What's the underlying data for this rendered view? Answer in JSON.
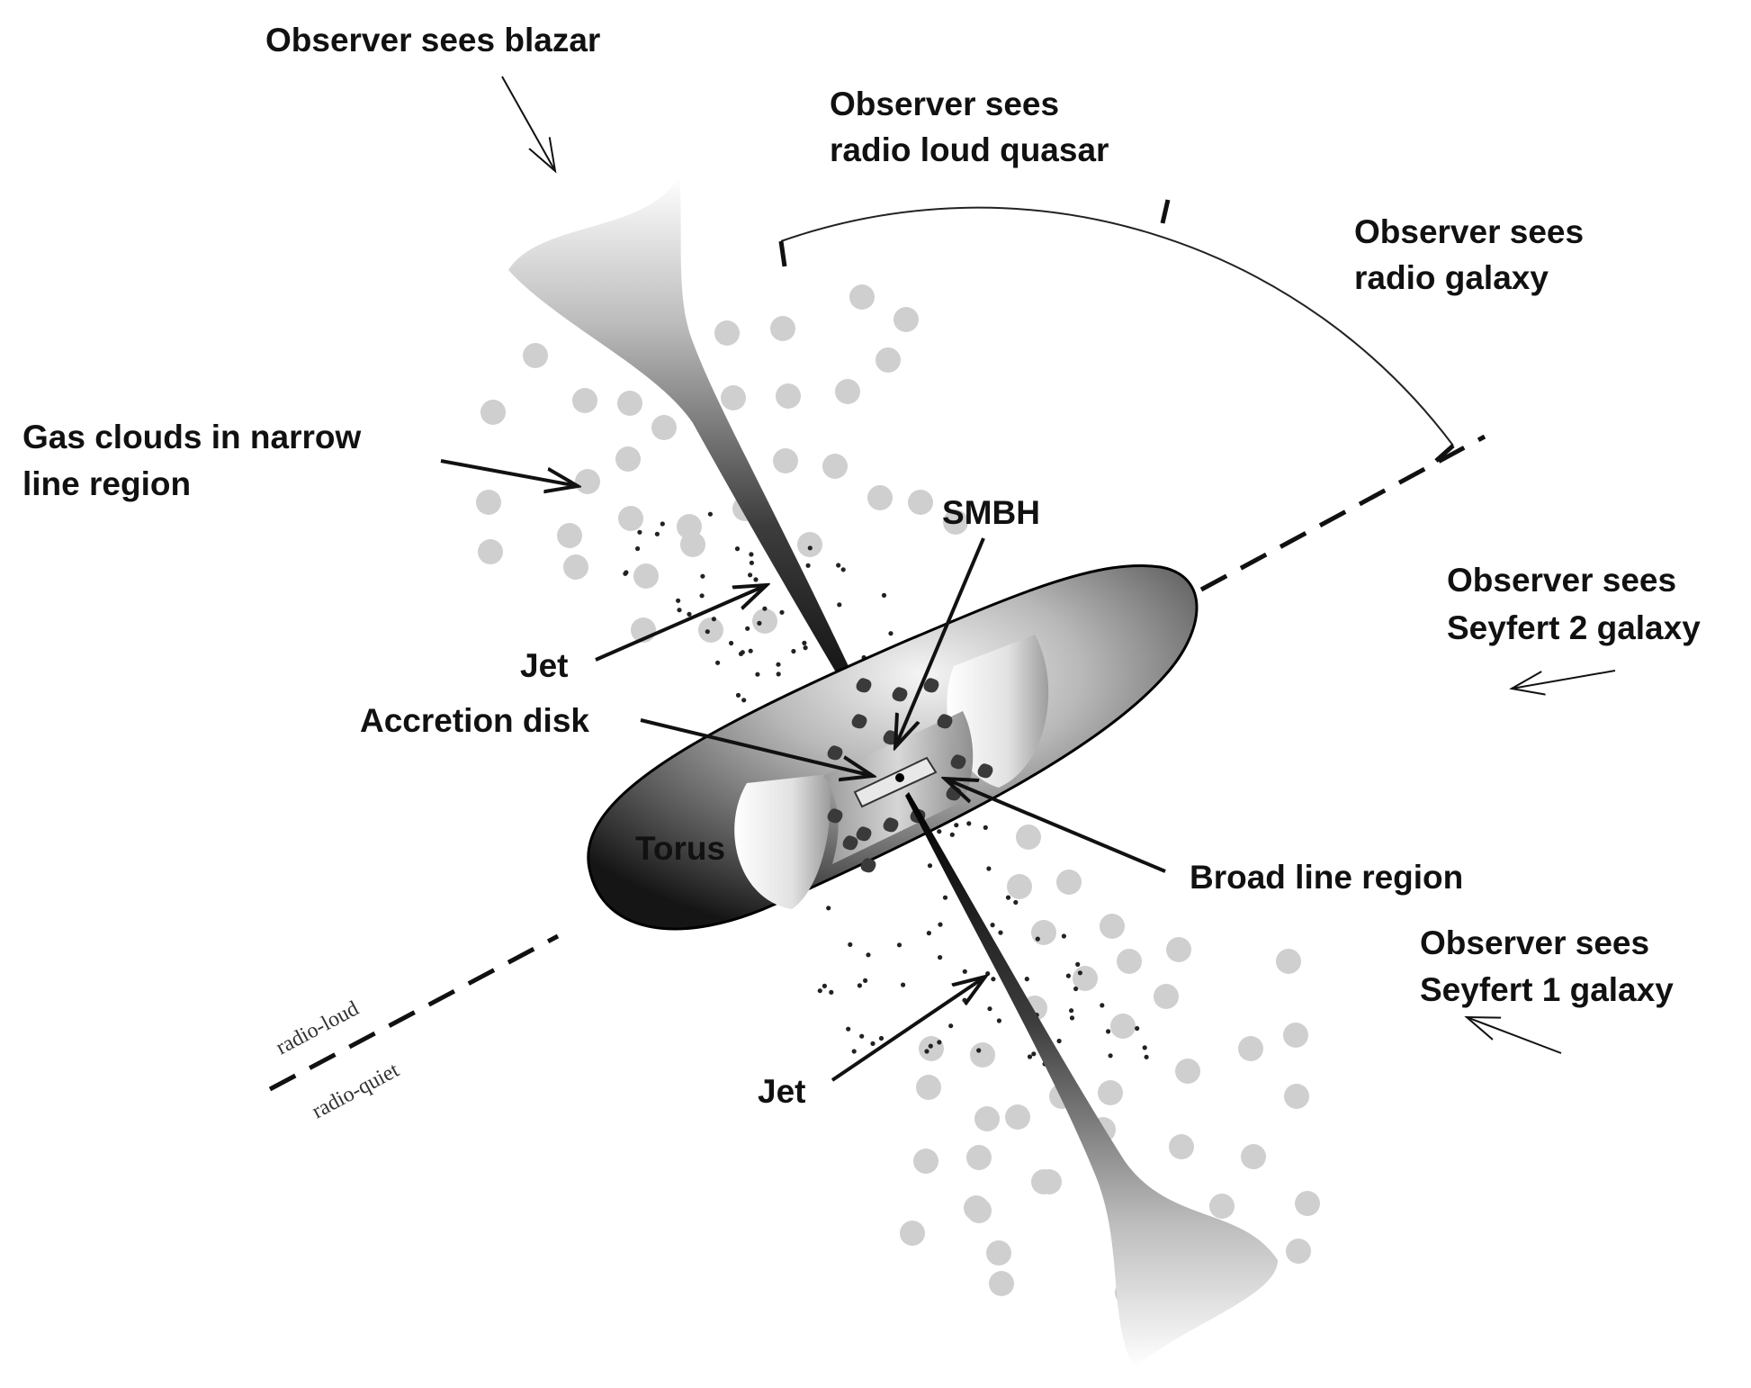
{
  "labels": {
    "blazar": "Observer sees blazar",
    "quasar_1": "Observer sees",
    "quasar_2": "radio loud quasar",
    "radio_galaxy_1": "Observer sees",
    "radio_galaxy_2": "radio galaxy",
    "gas_clouds_1": "Gas clouds in narrow",
    "gas_clouds_2": "line region",
    "smbh": "SMBH",
    "jet_upper": "Jet",
    "jet_lower": "Jet",
    "accretion_disk": "Accretion disk",
    "torus": "Torus",
    "broad_line_region": "Broad line region",
    "seyfert2_1": "Observer sees",
    "seyfert2_2": "Seyfert 2 galaxy",
    "seyfert1_1": "Observer sees",
    "seyfert1_2": "Seyfert 1 galaxy",
    "radio_loud": "radio-loud",
    "radio_quiet": "radio-quiet"
  },
  "colors": {
    "ink": "#111111",
    "cloud": "#cfcfcf",
    "torus_dark": "#1a1a1a",
    "torus_light": "#f2f2f2"
  }
}
